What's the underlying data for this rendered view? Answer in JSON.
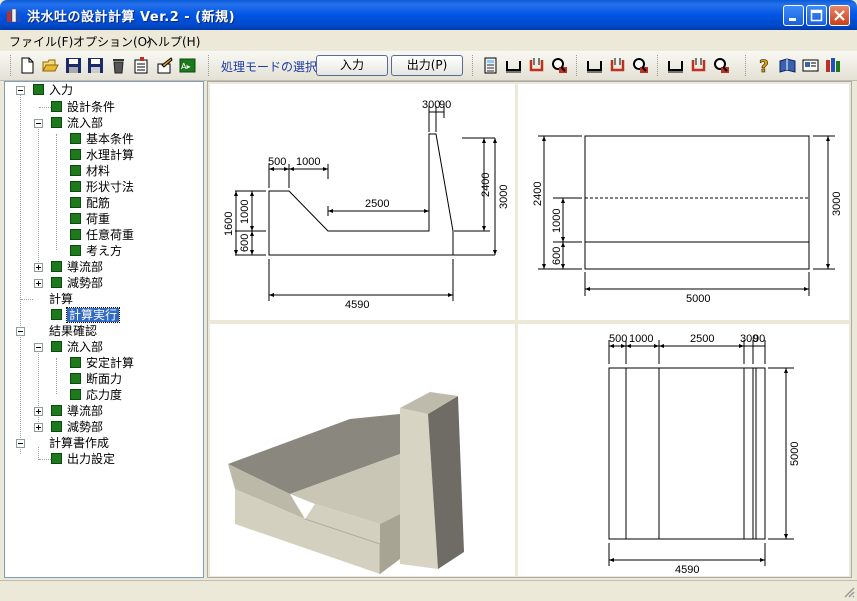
{
  "window": {
    "title": "洪水吐の設計計算 Ver.2 - (新規)"
  },
  "menu": [
    {
      "label": "ファイル(F)"
    },
    {
      "label": "オプション(O)"
    },
    {
      "label": "ヘルプ(H)"
    }
  ],
  "toolbar": {
    "mode_label": "処理モードの選択",
    "input_button": "入力",
    "output_button": "出力(P)"
  },
  "tree": [
    {
      "label": "入力",
      "level": 0
    },
    {
      "label": "設計条件",
      "level": 1
    },
    {
      "label": "流入部",
      "level": 1
    },
    {
      "label": "基本条件",
      "level": 2
    },
    {
      "label": "水理計算",
      "level": 2
    },
    {
      "label": "材料",
      "level": 2
    },
    {
      "label": "形状寸法",
      "level": 2
    },
    {
      "label": "配筋",
      "level": 2
    },
    {
      "label": "荷重",
      "level": 2
    },
    {
      "label": "任意荷重",
      "level": 2
    },
    {
      "label": "考え方",
      "level": 2
    },
    {
      "label": "導流部",
      "level": 1
    },
    {
      "label": "減勢部",
      "level": 1
    },
    {
      "label": "計算",
      "level": 0
    },
    {
      "label": "計算実行",
      "level": 1,
      "selected": true
    },
    {
      "label": "結果確認",
      "level": 0
    },
    {
      "label": "流入部",
      "level": 1
    },
    {
      "label": "安定計算",
      "level": 2
    },
    {
      "label": "断面力",
      "level": 2
    },
    {
      "label": "応力度",
      "level": 2
    },
    {
      "label": "導流部",
      "level": 1
    },
    {
      "label": "減勢部",
      "level": 1
    },
    {
      "label": "計算書作成",
      "level": 0
    },
    {
      "label": "出力設定",
      "level": 1
    }
  ],
  "section_view": {
    "dims": {
      "w500": "500",
      "w1000": "1000",
      "w2500": "2500",
      "w300": "300",
      "w90": "90",
      "total_width": "4590",
      "h1600": "1600",
      "h1000": "1000",
      "h600": "600",
      "h2400": "2400",
      "h3000": "3000"
    }
  },
  "side_view": {
    "dims": {
      "h2400": "2400",
      "h1000": "1000",
      "h600": "600",
      "h3000": "3000",
      "length": "5000"
    }
  },
  "plan_view": {
    "dims": {
      "w500": "500",
      "w1000": "1000",
      "w2500": "2500",
      "w300": "300",
      "w90": "90",
      "length": "5000",
      "total_width": "4590"
    }
  },
  "colors": {
    "title_bar": "#0055e5",
    "selection": "#316ac5",
    "check_green": "#1c7a1c",
    "model_light": "#d8d4c4",
    "model_dark": "#6e6c64"
  }
}
